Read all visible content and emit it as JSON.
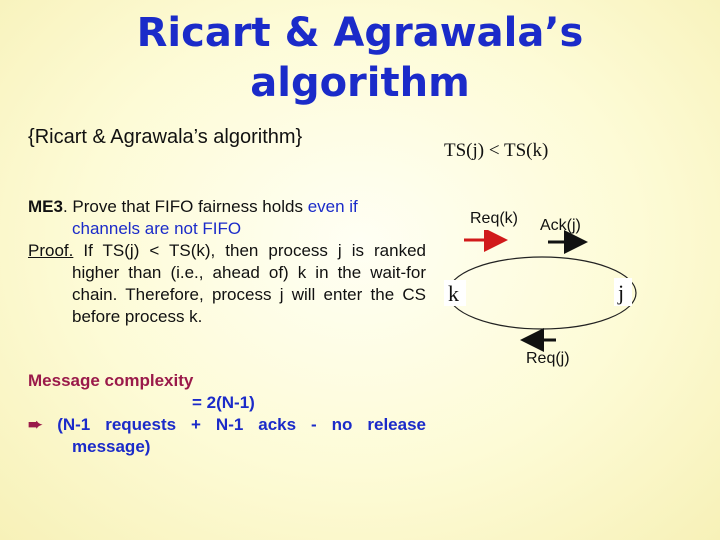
{
  "title": {
    "line1": "Ricart & Agrawala’s",
    "line2": "algorithm"
  },
  "subtitle": {
    "open_brace": "{",
    "text": "Ricart & Agrawala’s algorithm",
    "close_brace": "}"
  },
  "me3": {
    "label": "ME3",
    "text1": ". Prove that FIFO fairness holds ",
    "text1_blue": "even if channels are not FIFO",
    "proof_label": "Proof.",
    "proof_text": " If TS(j) < TS(k), then process j is ranked higher than (i.e., ahead of) k in the wait-for chain. Therefore, process j will enter the CS before process k."
  },
  "message": {
    "label": "Message complexity",
    "formula": "= 2(N-1)",
    "arrow": "➨",
    "note": " (N-1 requests + N-1 acks - no release message)"
  },
  "diagram": {
    "condition": "TS(j) < TS(k)",
    "req_k": "Req(k)",
    "ack_j": "Ack(j)",
    "req_j": "Req(j)",
    "node_k": "k",
    "node_j": "j",
    "colors": {
      "req_arrow": "#d11a1a",
      "other_arrow": "#111111",
      "ellipse": "#222222"
    }
  }
}
